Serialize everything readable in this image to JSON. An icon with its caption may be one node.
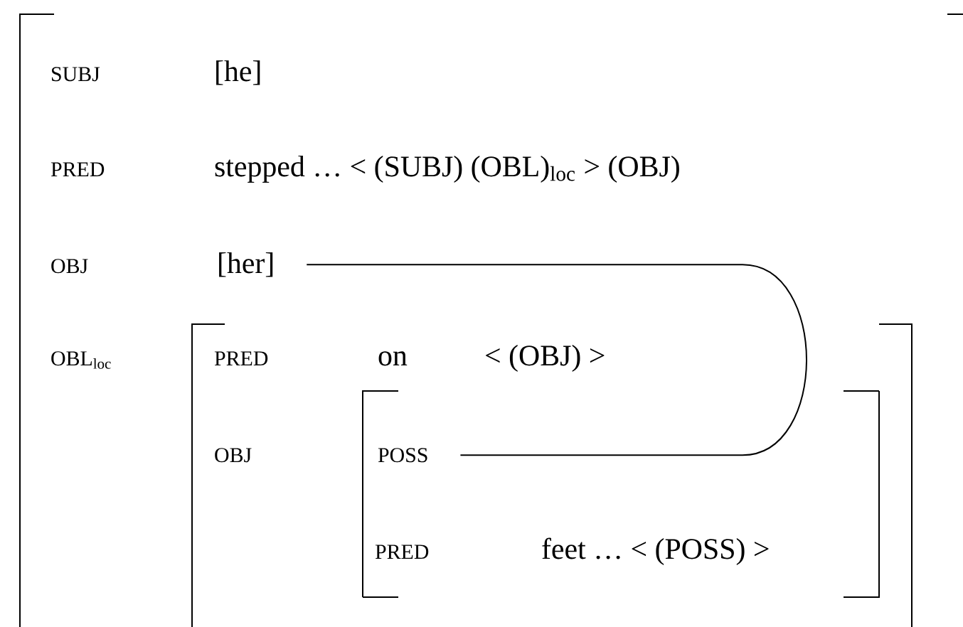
{
  "diagram": {
    "nodes": [
      {
        "text": [
          "SUBJ",
          "[he]",
          "PRED",
          "stepped … < (SUBJ) (OBL)$_{loc}$ > (OBJ)",
          "OBJ",
          "OBL$_{loc}$"
        ]
      },
      {
        "text": [
          "[her]"
        ],
        "in": 0
      },
      {
        "text": [
          "PRED",
          "on",
          "< (OBJ) >",
          "OBJ"
        ],
        "in": 0
      },
      {
        "text": [
          "PRED",
          "feet … < (POSS) >"
        ],
        "in": 2
      },
      {
        "text": [
          "POSS"
        ],
        "in": 3
      }
    ],
    "edges": [
      {
        "from": 1,
        "to": 4,
        "arrow": "none"
      }
    ]
  }
}
